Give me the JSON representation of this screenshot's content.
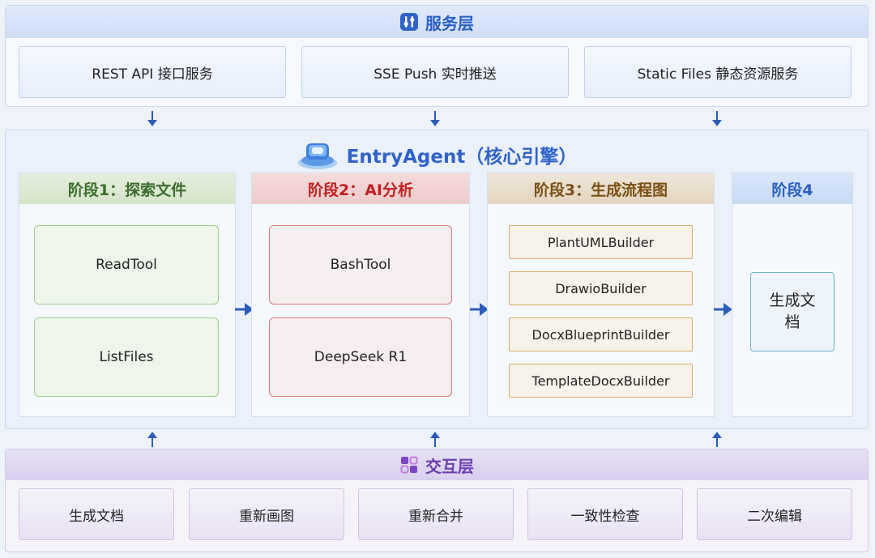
{
  "service_layer": {
    "title": "服务层",
    "boxes": [
      "REST API 接口服务",
      "SSE Push 实时推送",
      "Static Files 静态资源服务"
    ]
  },
  "core": {
    "title": "EntryAgent（核心引擎）",
    "stages": [
      {
        "title": "阶段1：探索文件",
        "items": [
          "ReadTool",
          "ListFiles"
        ]
      },
      {
        "title": "阶段2：AI分析",
        "items": [
          "BashTool",
          "DeepSeek R1"
        ]
      },
      {
        "title": "阶段3：生成流程图",
        "items": [
          "PlantUMLBuilder",
          "DrawioBuilder",
          "DocxBlueprintBuilder",
          "TemplateDocxBuilder"
        ]
      },
      {
        "title": "阶段4",
        "items": [
          "生成文档"
        ]
      }
    ]
  },
  "interaction_layer": {
    "title": "交互层",
    "boxes": [
      "生成文档",
      "重新画图",
      "重新合并",
      "一致性检查",
      "二次编辑"
    ]
  },
  "colors": {
    "service": "#2a5fc4",
    "stage1": "#3b6d2b",
    "stage2": "#c02020",
    "stage3": "#7a4f15",
    "stage4": "#2a5fc4",
    "interaction": "#6b3fb0",
    "arrow": "#2d5db8"
  }
}
